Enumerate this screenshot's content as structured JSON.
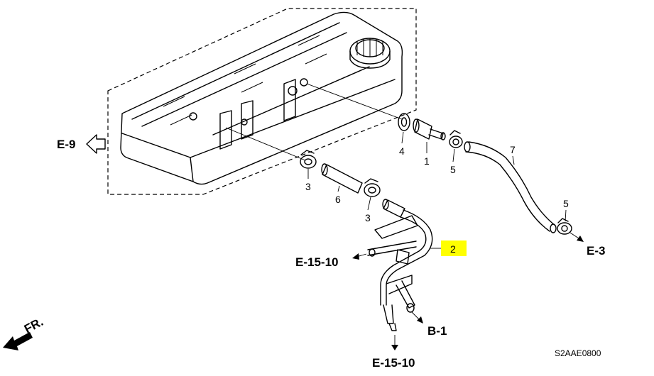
{
  "callouts": {
    "p1": "1",
    "p2": "2",
    "p3a": "3",
    "p3b": "3",
    "p4": "4",
    "p5a": "5",
    "p5b": "5",
    "p6": "6",
    "p7": "7"
  },
  "references": {
    "e9": "E-9",
    "e3": "E-3",
    "e15_10_left": "E-15-10",
    "e15_10_bottom": "E-15-10",
    "b1": "B-1",
    "fr": "FR."
  },
  "diagram_code": "S2AAE0800",
  "colors": {
    "highlight": "#ffff00",
    "ink": "#000000",
    "background": "#ffffff"
  }
}
